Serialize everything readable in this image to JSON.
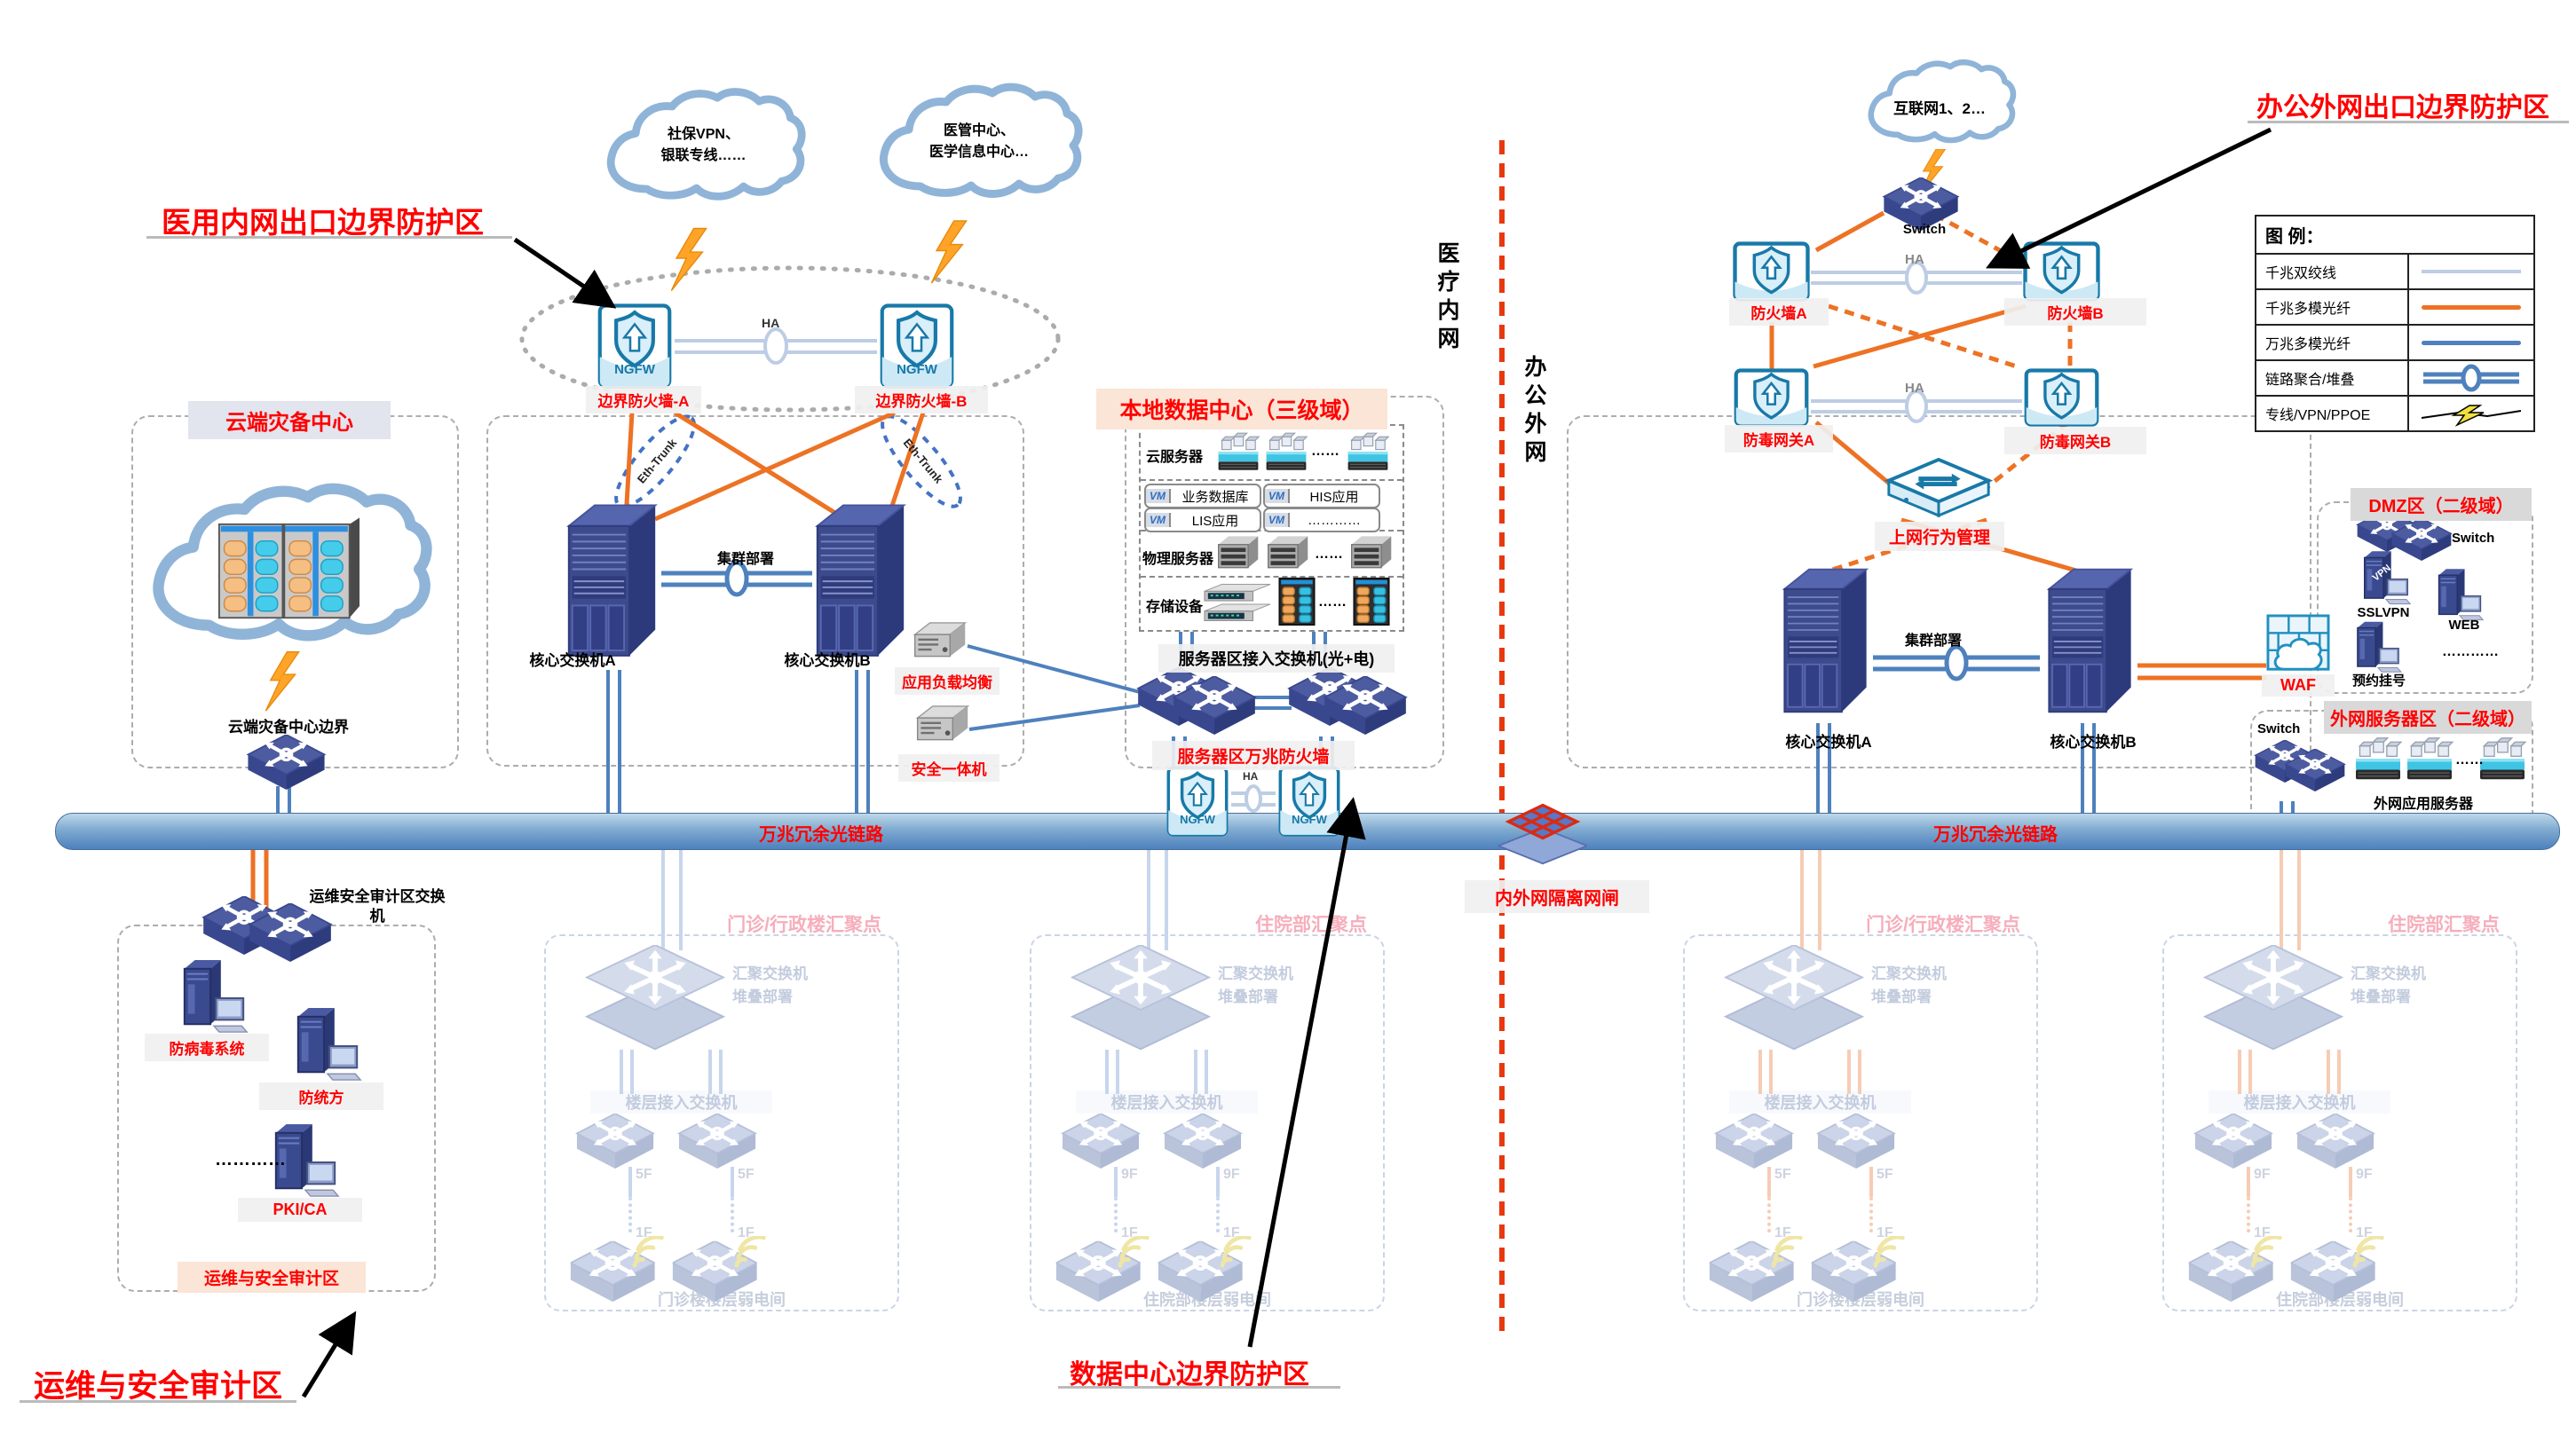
{
  "colors": {
    "orange": "#ED7224",
    "blue": "#4E81BD",
    "light_blue": "#BDCDE4",
    "red": "#FF0000",
    "divider_red": "#E8380D",
    "faded_pink": "#F6AEBB"
  },
  "annotations": {
    "medical_exit": "医用内网出口边界防护区",
    "office_exit": "办公外网出口边界防护区",
    "dc_border": "数据中心边界防护区",
    "ops_audit": "运维与安全审计区"
  },
  "clouds": {
    "social": {
      "line1": "社保VPN、",
      "line2": "银联专线……"
    },
    "medical": {
      "line1": "医管中心、",
      "line2": "医学信息中心…"
    },
    "internet": "互联网1、2…"
  },
  "divider": {
    "inner": "医疗内网",
    "outer": "办公外网"
  },
  "legend": {
    "title": "图 例：",
    "rows": [
      {
        "label": "千兆双绞线"
      },
      {
        "label": "千兆多模光纤"
      },
      {
        "label": "万兆多模光纤"
      },
      {
        "label": "链路聚合/堆叠"
      },
      {
        "label": "专线/VPN/PPOE"
      }
    ]
  },
  "ha_label": "HA",
  "ngfw_label": "NGFW",
  "eth_trunk": "Eth-Trunk",
  "cloud_dr": {
    "title": "云端灾备中心",
    "edge": "云端灾备中心边界"
  },
  "border_fw": {
    "a": "边界防火墙-A",
    "b": "边界防火墙-B"
  },
  "core_left": {
    "a": "核心交换机A",
    "b": "核心交换机B",
    "cluster": "集群部署"
  },
  "datacenter": {
    "title": "本地数据中心（三级域）",
    "cloud_server": "云服务器",
    "vm": "VM",
    "vm_apps": [
      "业务数据库",
      "HIS应用",
      "LIS应用",
      "…………"
    ],
    "physical": "物理服务器",
    "storage": "存储设备",
    "dots": "……"
  },
  "appliances": {
    "lb": "应用负载均衡",
    "sec": "安全一体机"
  },
  "server_zone": {
    "access": "服务器区接入交换机(光+电)",
    "firewall": "服务器区万兆防火墙"
  },
  "bar": {
    "left": "万兆冗余光链路",
    "right": "万兆冗余光链路"
  },
  "gatekeeper": "内外网隔离网闸",
  "ops": {
    "switch": "运维安全审计区交换机",
    "antivirus": "防病毒系统",
    "antitongfang": "防统方",
    "dots": "…………",
    "pki": "PKI/CA",
    "footer": "运维与安全审计区"
  },
  "office": {
    "switch": "Switch",
    "fw_a": "防火墙A",
    "fw_b": "防火墙B",
    "av_a": "防毒网关A",
    "av_b": "防毒网关B",
    "behavior": "上网行为管理",
    "core_a": "核心交换机A",
    "core_b": "核心交换机B",
    "cluster": "集群部署",
    "waf": "WAF",
    "dmz": {
      "title": "DMZ区（二级域）",
      "switch": "Switch",
      "sslvpn": "SSLVPN",
      "vpn": "VPN",
      "web": "WEB",
      "booking": "预约挂号",
      "dots": "…………"
    },
    "ext": {
      "title": "外网服务器区（二级域）",
      "switch": "Switch",
      "label": "外网应用服务器",
      "dots": "……"
    }
  },
  "sections": [
    {
      "title": "门诊/行政楼汇聚点",
      "agg1": "汇聚交换机",
      "agg2": "堆叠部署",
      "access": "楼层接入交换机",
      "floor_top": "5F",
      "floor_bottom": "1F",
      "footer": "门诊楼楼层弱电间"
    },
    {
      "title": "住院部汇聚点",
      "agg1": "汇聚交换机",
      "agg2": "堆叠部署",
      "access": "楼层接入交换机",
      "floor_top": "9F",
      "floor_bottom": "1F",
      "footer": "住院部楼层弱电间"
    },
    {
      "title": "门诊/行政楼汇聚点",
      "agg1": "汇聚交换机",
      "agg2": "堆叠部署",
      "access": "楼层接入交换机",
      "floor_top": "5F",
      "floor_bottom": "1F",
      "footer": "门诊楼楼层弱电间"
    },
    {
      "title": "住院部汇聚点",
      "agg1": "汇聚交换机",
      "agg2": "堆叠部署",
      "access": "楼层接入交换机",
      "floor_top": "9F",
      "floor_bottom": "1F",
      "footer": "住院部楼层弱电间"
    }
  ]
}
